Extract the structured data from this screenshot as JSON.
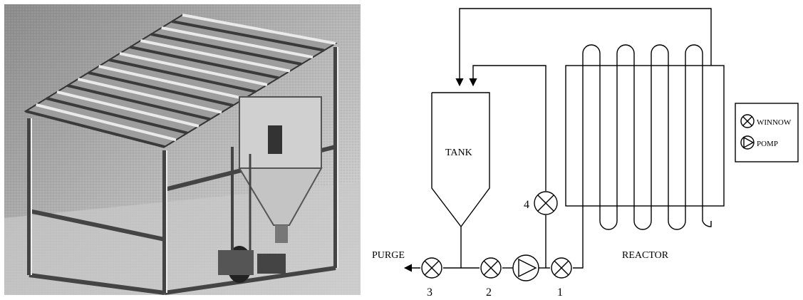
{
  "photo": {
    "description_icon": "solar-reactor-photo"
  },
  "labels": {
    "tank": "TANK",
    "reactor": "REACTOR",
    "purge": "PURGE"
  },
  "valves": [
    {
      "id": "3",
      "label": "3"
    },
    {
      "id": "2",
      "label": "2"
    },
    {
      "id": "1",
      "label": "1"
    },
    {
      "id": "4",
      "label": "4"
    }
  ],
  "legend": {
    "items": [
      {
        "icon": "valve-icon",
        "label": "WINNOW"
      },
      {
        "icon": "pump-icon",
        "label": "POMP"
      }
    ]
  }
}
